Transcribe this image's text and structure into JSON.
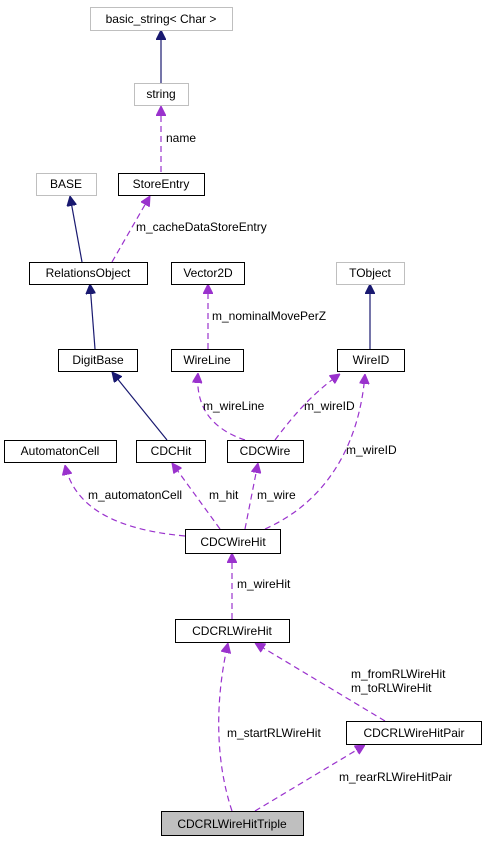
{
  "nodes": {
    "basic_string": "basic_string< Char >",
    "string": "string",
    "base": "BASE",
    "store_entry": "StoreEntry",
    "relations_object": "RelationsObject",
    "vector2d": "Vector2D",
    "tobject": "TObject",
    "digit_base": "DigitBase",
    "wire_line": "WireLine",
    "wire_id": "WireID",
    "automaton_cell": "AutomatonCell",
    "cdc_hit": "CDCHit",
    "cdc_wire": "CDCWire",
    "cdc_wire_hit": "CDCWireHit",
    "cdcrl_wire_hit": "CDCRLWireHit",
    "cdcrl_wire_hit_pair": "CDCRLWireHitPair",
    "cdcrl_wire_hit_triple": "CDCRLWireHitTriple"
  },
  "edge_labels": {
    "name": "name",
    "cache_data_store_entry": "m_cacheDataStoreEntry",
    "nominal_move_per_z": "m_nominalMovePerZ",
    "wire_line": "m_wireLine",
    "wire_id_from_wire": "m_wireID",
    "wire_id_from_wirehit": "m_wireID",
    "automaton_cell": "m_automatonCell",
    "hit": "m_hit",
    "wire": "m_wire",
    "wire_hit": "m_wireHit",
    "from_to_line1": "m_fromRLWireHit",
    "from_to_line2": "m_toRLWireHit",
    "start_rl_wire_hit": "m_startRLWireHit",
    "rear_rl_wire_hit_pair": "m_rearRLWireHitPair"
  },
  "colors": {
    "inheritance_edge": "#191970",
    "member_edge": "#9a32cd",
    "external_node_border": "#bfbfbf",
    "focus_node_fill": "#bfbfbf"
  }
}
